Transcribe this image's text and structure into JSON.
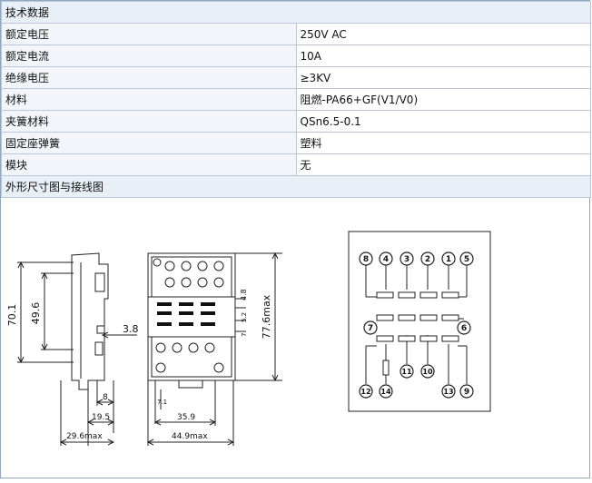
{
  "header": "技术数据",
  "rows": [
    {
      "label": "额定电压",
      "value": "250V AC"
    },
    {
      "label": "额定电流",
      "value": "10A"
    },
    {
      "label": "绝缘电压",
      "value": "≥3KV"
    },
    {
      "label": "材料",
      "value": "阻燃-PA66+GF(V1/V0)"
    },
    {
      "label": "夹簧材料",
      "value": "QSn6.5-0.1"
    },
    {
      "label": "固定座弹簧",
      "value": "塑料"
    },
    {
      "label": "模块",
      "value": "无"
    }
  ],
  "drawing_header": "外形尺寸图与接线图",
  "drawing": {
    "side_dims": {
      "height": "70.1",
      "inner_height": "49.6",
      "clip": "3.8",
      "b1": "8",
      "b2": "19.5",
      "b3": "29.6max"
    },
    "front_dims": {
      "height": "77.6max",
      "d1": "4.8",
      "d2": "5.2",
      "d3": "7",
      "bottom_small": "7.1",
      "w1": "35.9",
      "w2": "44.9max"
    },
    "pins_top": [
      "8",
      "4",
      "3",
      "2",
      "1",
      "5"
    ],
    "pins_mid_left": "7",
    "pins_mid_right": "6",
    "pins_low": [
      "11",
      "10"
    ],
    "pins_bottom": [
      "12",
      "14",
      "13",
      "9"
    ]
  }
}
